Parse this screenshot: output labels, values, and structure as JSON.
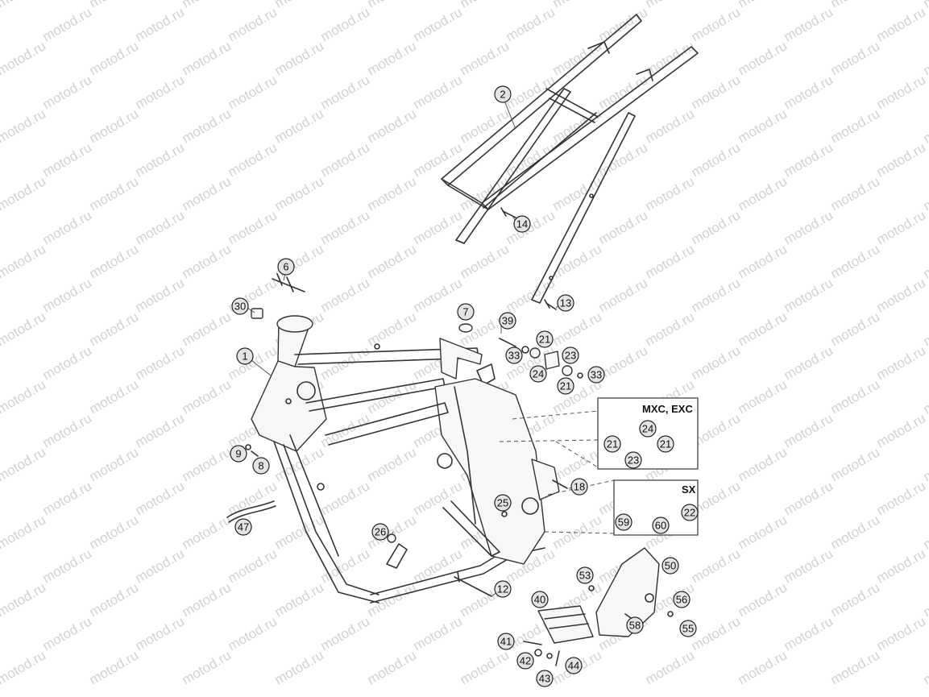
{
  "watermark": "motod.ru",
  "variant_boxes": {
    "mxc_exc": {
      "title": "MXC, EXC"
    },
    "sx": {
      "title": "SX"
    }
  },
  "callouts": [
    {
      "id": "c1",
      "label": "1"
    },
    {
      "id": "c2",
      "label": "2"
    },
    {
      "id": "c6",
      "label": "6"
    },
    {
      "id": "c7",
      "label": "7"
    },
    {
      "id": "c8",
      "label": "8"
    },
    {
      "id": "c9",
      "label": "9"
    },
    {
      "id": "c12",
      "label": "12"
    },
    {
      "id": "c13",
      "label": "13"
    },
    {
      "id": "c14",
      "label": "14"
    },
    {
      "id": "c18",
      "label": "18"
    },
    {
      "id": "c21a",
      "label": "21"
    },
    {
      "id": "c21b",
      "label": "21"
    },
    {
      "id": "c21c",
      "label": "21"
    },
    {
      "id": "c21d",
      "label": "21"
    },
    {
      "id": "c22",
      "label": "22"
    },
    {
      "id": "c23a",
      "label": "23"
    },
    {
      "id": "c23b",
      "label": "23"
    },
    {
      "id": "c24a",
      "label": "24"
    },
    {
      "id": "c24b",
      "label": "24"
    },
    {
      "id": "c25",
      "label": "25"
    },
    {
      "id": "c26",
      "label": "26"
    },
    {
      "id": "c30",
      "label": "30"
    },
    {
      "id": "c33a",
      "label": "33"
    },
    {
      "id": "c33b",
      "label": "33"
    },
    {
      "id": "c39",
      "label": "39"
    },
    {
      "id": "c40",
      "label": "40"
    },
    {
      "id": "c41",
      "label": "41"
    },
    {
      "id": "c42",
      "label": "42"
    },
    {
      "id": "c43",
      "label": "43"
    },
    {
      "id": "c44",
      "label": "44"
    },
    {
      "id": "c47",
      "label": "47"
    },
    {
      "id": "c50",
      "label": "50"
    },
    {
      "id": "c53",
      "label": "53"
    },
    {
      "id": "c55",
      "label": "55"
    },
    {
      "id": "c56",
      "label": "56"
    },
    {
      "id": "c58",
      "label": "58"
    },
    {
      "id": "c59",
      "label": "59"
    },
    {
      "id": "c60",
      "label": "60"
    }
  ]
}
